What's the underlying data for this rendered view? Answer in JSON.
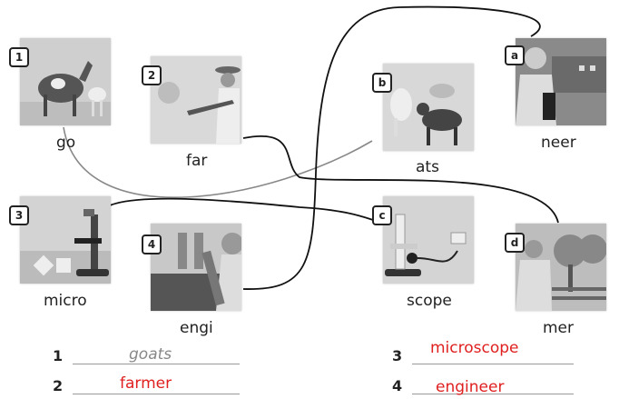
{
  "cards": {
    "c1": {
      "badge": "1",
      "word": "go"
    },
    "c2": {
      "badge": "2",
      "word": "far"
    },
    "c3": {
      "badge": "3",
      "word": "micro"
    },
    "c4": {
      "badge": "4",
      "word": "engi"
    },
    "ca": {
      "badge": "a",
      "word": "neer"
    },
    "cb": {
      "badge": "b",
      "word": "ats"
    },
    "cc": {
      "badge": "c",
      "word": "scope"
    },
    "cd": {
      "badge": "d",
      "word": "mer"
    }
  },
  "answers": [
    {
      "num": "1",
      "text": "goats"
    },
    {
      "num": "2",
      "text": "farmer"
    },
    {
      "num": "3",
      "text": "microscope"
    },
    {
      "num": "4",
      "text": "engineer"
    }
  ],
  "colors": {
    "answer": "#e02020",
    "example": "#888888",
    "wire_black": "#111111",
    "wire_grey": "#888888"
  },
  "icons": {
    "c1": "goats-icon",
    "c2": "farmer-icon",
    "c3": "microscope-icon",
    "c4": "engineer-icon",
    "ca": "engineer-woman-icon",
    "cb": "goats-icon",
    "cc": "microscope-icon",
    "cd": "farmer-orchard-icon"
  }
}
